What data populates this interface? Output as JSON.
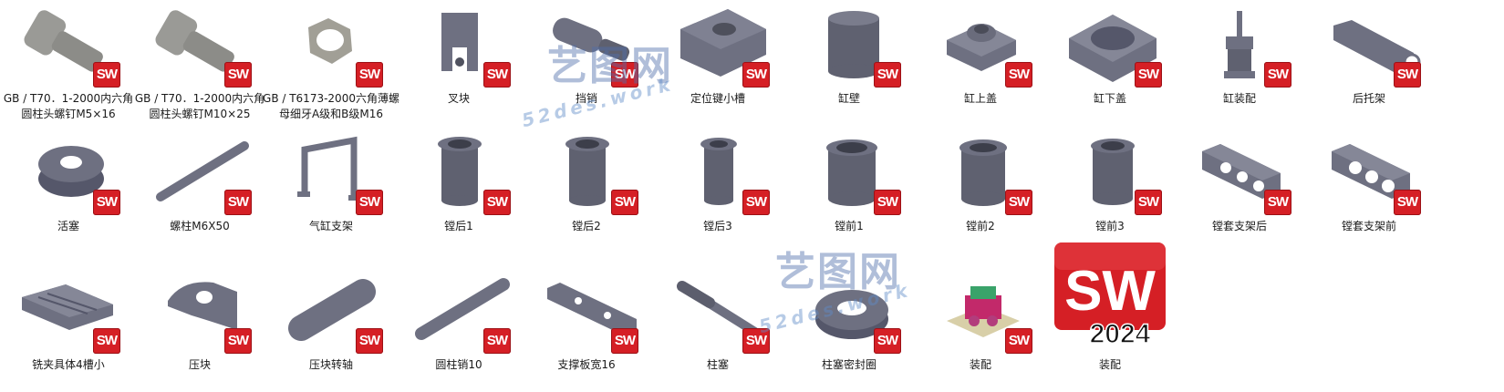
{
  "items": [
    {
      "label": "GB / T70．1-2000内六角圆柱头螺钉M5×16",
      "icon": "socket-cap-screw-icon"
    },
    {
      "label": "GB / T70．1-2000内六角圆柱头螺钉M10×25",
      "icon": "socket-cap-screw-icon"
    },
    {
      "label": "GB / T6173-2000六角薄螺母细牙A级和B级M16",
      "icon": "hex-nut-icon"
    },
    {
      "label": "叉块",
      "icon": "fork-block-icon"
    },
    {
      "label": "挡销",
      "icon": "stop-pin-icon"
    },
    {
      "label": "定位键小槽",
      "icon": "key-block-icon"
    },
    {
      "label": "缸壁",
      "icon": "cylinder-wall-icon"
    },
    {
      "label": "缸上盖",
      "icon": "cylinder-top-cover-icon"
    },
    {
      "label": "缸下盖",
      "icon": "cylinder-bottom-cover-icon"
    },
    {
      "label": "缸装配",
      "icon": "cylinder-assembly-icon"
    },
    {
      "label": "后托架",
      "icon": "rear-bracket-icon"
    },
    {
      "label": "活塞",
      "icon": "piston-icon"
    },
    {
      "label": "螺柱M6X50",
      "icon": "stud-icon"
    },
    {
      "label": "气缸支架",
      "icon": "cylinder-bracket-icon"
    },
    {
      "label": "镗后1",
      "icon": "bushing-icon"
    },
    {
      "label": "镗后2",
      "icon": "bushing-icon"
    },
    {
      "label": "镗后3",
      "icon": "bushing-icon"
    },
    {
      "label": "镗前1",
      "icon": "bushing-icon"
    },
    {
      "label": "镗前2",
      "icon": "bushing-icon"
    },
    {
      "label": "镗前3",
      "icon": "bushing-icon"
    },
    {
      "label": "镗套支架后",
      "icon": "bushing-support-icon"
    },
    {
      "label": "镗套支架前",
      "icon": "bushing-support-icon"
    },
    {
      "label": "铣夹具体4槽小",
      "icon": "fixture-body-icon"
    },
    {
      "label": "压块",
      "icon": "pressure-block-icon"
    },
    {
      "label": "压块转轴",
      "icon": "shaft-icon"
    },
    {
      "label": "圆柱销10",
      "icon": "pin-icon"
    },
    {
      "label": "支撑板宽16",
      "icon": "support-plate-icon"
    },
    {
      "label": "柱塞",
      "icon": "plunger-icon"
    },
    {
      "label": "柱塞密封圈",
      "icon": "seal-ring-icon"
    },
    {
      "label": "装配",
      "icon": "assembly-icon"
    },
    {
      "label": "装配",
      "icon": "solidworks-2024-logo"
    }
  ],
  "badge_text": "SW",
  "big_logo": {
    "letters": "SW",
    "year": "2024"
  },
  "watermark": {
    "cn": "艺图网",
    "url": "52des.work"
  },
  "colors": {
    "part_gray": "#6b6e7c",
    "badge_red": "#d51f25"
  }
}
